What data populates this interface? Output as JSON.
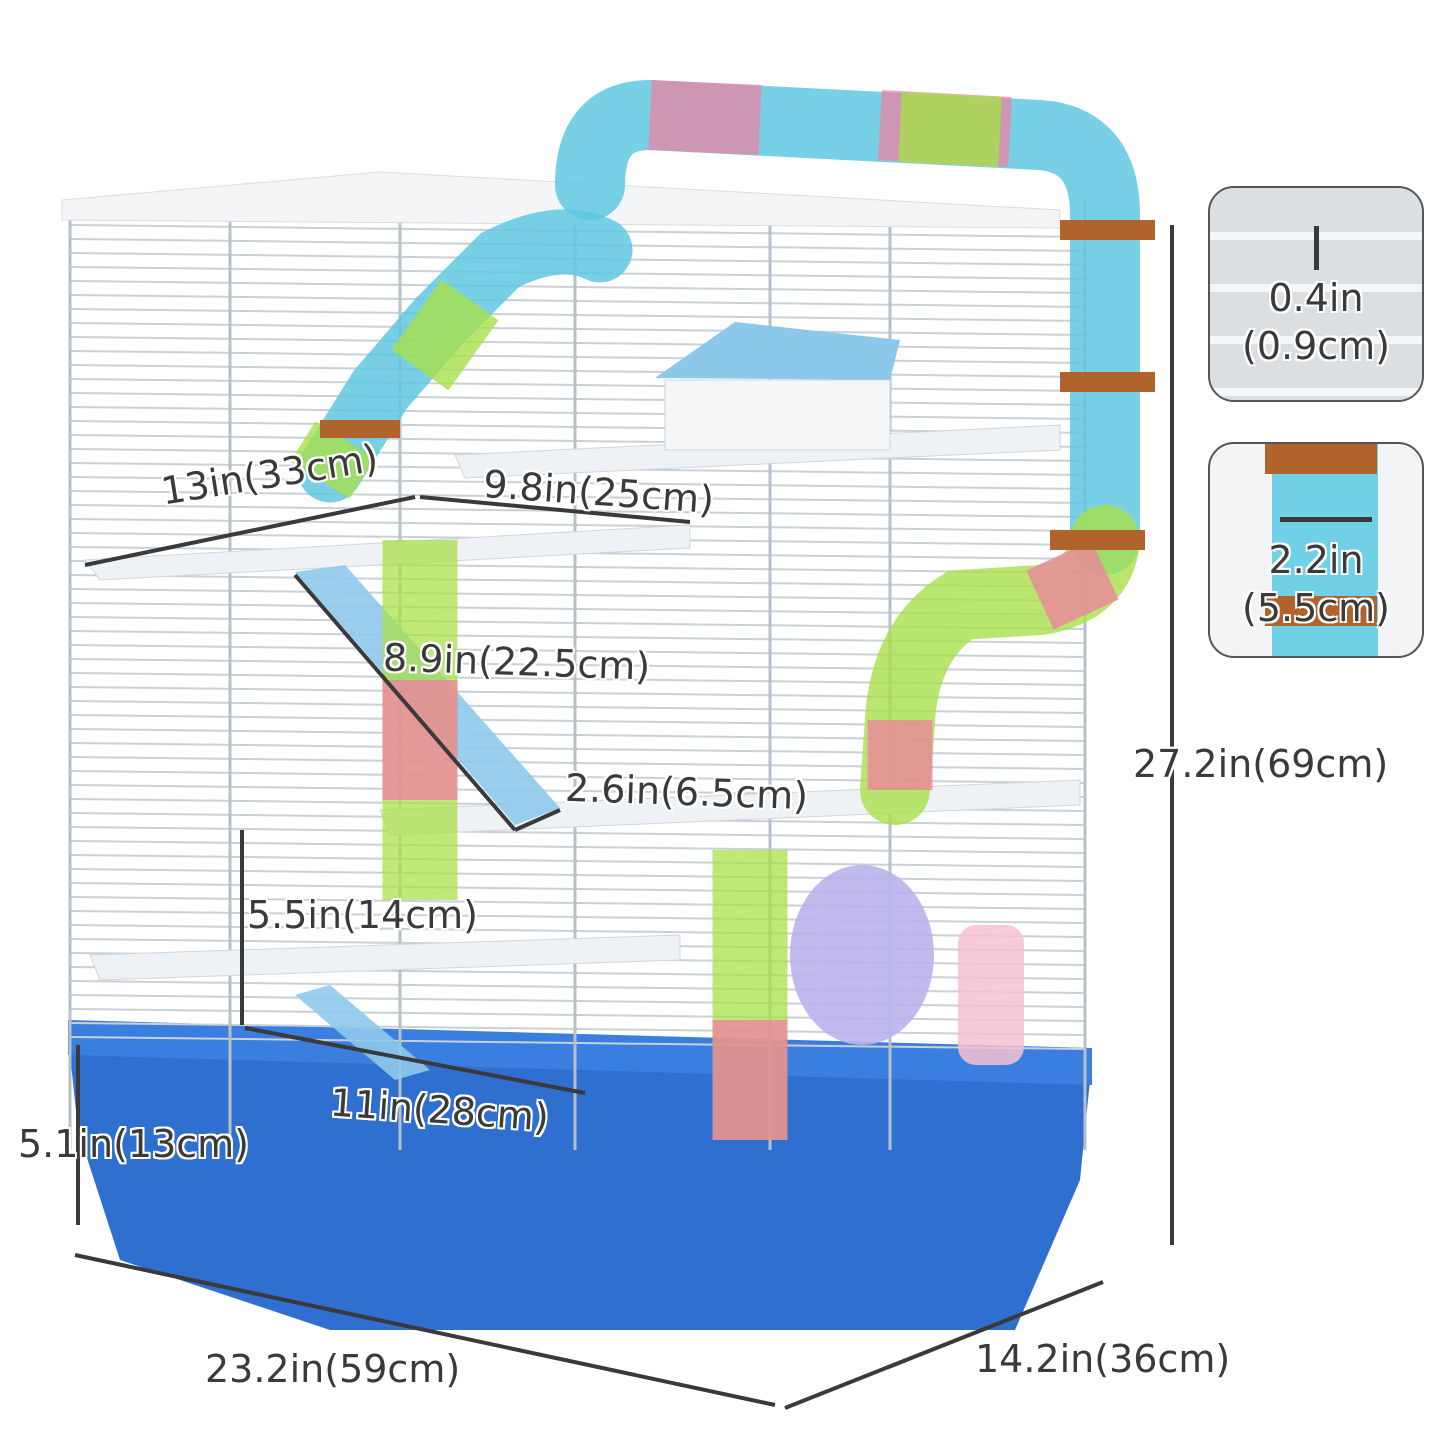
{
  "dimensions": {
    "shelf_depth": "13in(33cm)",
    "shelf_width": "9.8in(25cm)",
    "ramp_length": "8.9in(22.5cm)",
    "ramp_width": "2.6in(6.5cm)",
    "level_height": "5.5in(14cm)",
    "base_inner_width": "11in(28cm)",
    "tray_height": "5.1in(13cm)",
    "total_width": "23.2in(59cm)",
    "total_depth": "14.2in(36cm)",
    "total_height": "27.2in(69cm)"
  },
  "insets": {
    "wire_spacing": {
      "in": "0.4in",
      "cm": "(0.9cm)"
    },
    "tube_diameter": {
      "in": "2.2in",
      "cm": "(5.5cm)"
    }
  },
  "colors": {
    "tray": "#2f6fd0",
    "wire": "#ffffff",
    "tube_blue": "#5fc8e0",
    "tube_pink": "#f27fa0",
    "tube_green": "#a8e04a",
    "ring_orange": "#b0632a",
    "dimension_line": "#3a3a3a"
  }
}
